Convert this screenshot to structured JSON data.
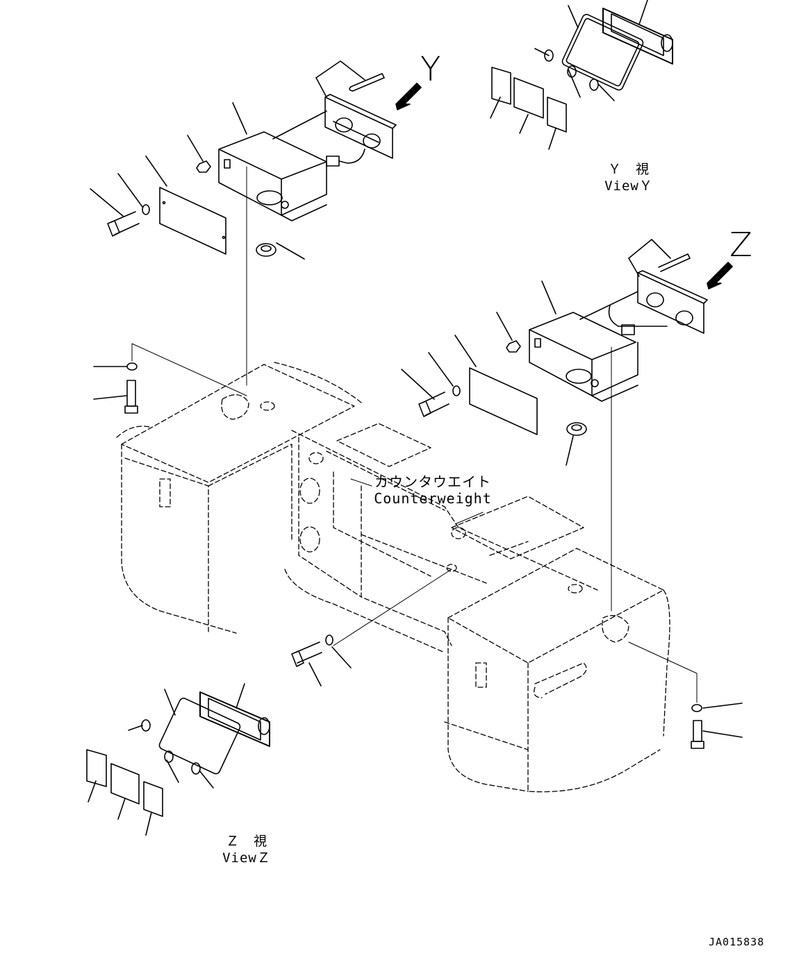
{
  "drawing": {
    "view_markers": {
      "y": "Y",
      "z": "Z"
    },
    "view_y_caption": {
      "jp": "Ｙ　視",
      "en": "ViewＹ"
    },
    "view_z_caption": {
      "jp": "Ｚ　視",
      "en": "ViewＺ"
    },
    "counterweight_label": {
      "jp": "カウンタウエイト",
      "en": "Counterweight"
    },
    "drawing_code": "JA015838"
  }
}
